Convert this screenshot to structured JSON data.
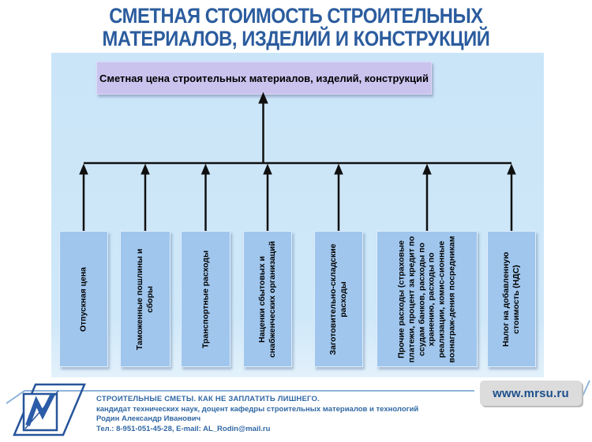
{
  "title": {
    "line1": "СМЕТНАЯ СТОИМОСТЬ СТРОИТЕЛЬНЫХ",
    "line2": "МАТЕРИАЛОВ, ИЗДЕЛИЙ И КОНСТРУКЦИЙ"
  },
  "diagram": {
    "root": {
      "label": "Сметная цена строительных материалов, изделий, конструкций"
    },
    "components": [
      {
        "label": "Отпускная цена"
      },
      {
        "label": "Таможенные пошлины и сборы"
      },
      {
        "label": "Транспортные расходы"
      },
      {
        "label": "Наценки сбытовых и снабженческих организаций"
      },
      {
        "label": "Заготовительно-складские расходы"
      },
      {
        "label": "Прочие расходы (страховые платежи, процент за кредит по ссудам банков, расходы по хранению, расходы по реализации, комис-сионные вознаграж-дения посредникам"
      },
      {
        "label": "Налог на добавленную стоимость (НДС)"
      }
    ]
  },
  "footer": {
    "line1": "СТРОИТЕЛЬНЫЕ СМЕТЫ. КАК НЕ ЗАПЛАТИТЬ ЛИШНЕГО.",
    "line2": "кандидат технических наук, доцент кафедры строительных материалов и технологий",
    "line3": "Родин Александр Иванович",
    "line4": "Тел.: 8-951-051-45-28, E-mail: AL_Rodin@mail.ru",
    "website": "www.mrsu.ru"
  },
  "colors": {
    "title_text": "#2b5c9e",
    "panel_bg": "#cde7f9",
    "root_box_bg": "#c9c3ee",
    "component_box_bg": "#a0c6ed",
    "connector": "#101010",
    "footer_text": "#3168a4",
    "badge_bg": "#dcdcdc",
    "badge_text": "#1c4f8c"
  }
}
